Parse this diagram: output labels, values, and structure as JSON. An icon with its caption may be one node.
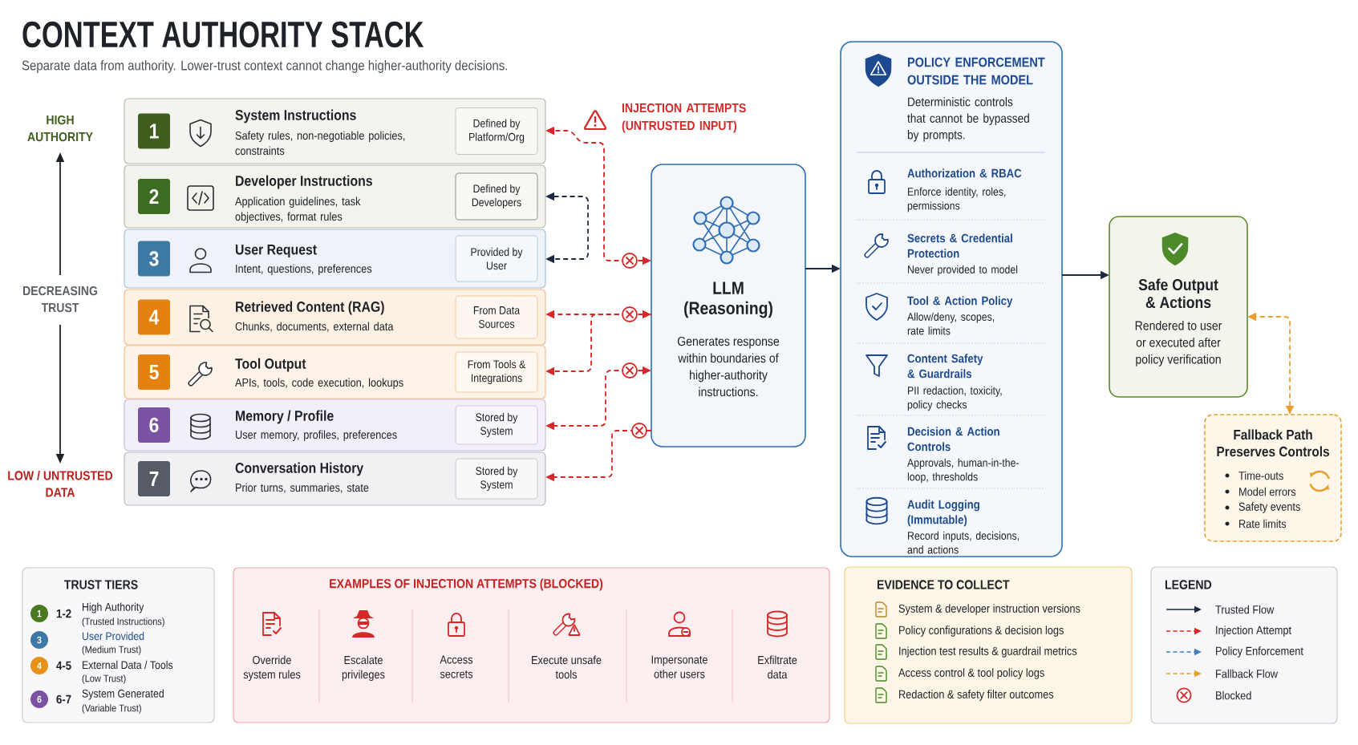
{
  "diagram": {
    "title": "CONTEXT AUTHORITY STACK",
    "nodes": [
      {
        "text": [
          "System Instructions",
          "Safety rules, non-negotiable policies, constraints"
        ]
      },
      {
        "text": [
          "1"
        ],
        "in": 0
      },
      {
        "text": [
          "Defined by Platform/Org"
        ],
        "in": 0
      },
      {
        "text": [
          "Developer Instructions",
          "Application guidelines, task objectives, format rules"
        ]
      },
      {
        "text": [
          "2"
        ],
        "in": 3
      },
      {
        "text": [
          "Defined by Developers"
        ],
        "in": 3
      },
      {
        "text": [
          "User Request",
          "Intent, questions, preferences"
        ]
      },
      {
        "text": [
          "3"
        ],
        "in": 6
      },
      {
        "text": [
          "Provided by User"
        ],
        "in": 6
      },
      {
        "text": [
          "Retrieved Content (RAG)",
          "Chunks, documents, external data"
        ]
      },
      {
        "text": [
          "4"
        ],
        "in": 9
      },
      {
        "text": [
          "From Data Sources"
        ],
        "in": 9
      },
      {
        "text": [
          "Tool Output",
          "APIs, tools, code execution, lookups"
        ]
      },
      {
        "text": [
          "5"
        ],
        "in": 12
      },
      {
        "text": [
          "From Tools & Integrations"
        ],
        "in": 12
      },
      {
        "text": [
          "Memory / Profile",
          "User memory, profiles, preferences"
        ]
      },
      {
        "text": [
          "6"
        ],
        "in": 15
      },
      {
        "text": [
          "Stored by System"
        ],
        "in": 15
      },
      {
        "text": [
          "Conversation History",
          "Prior turns, summaries, state"
        ]
      },
      {
        "text": [
          "7"
        ],
        "in": 18
      },
      {
        "text": [
          "Stored by System"
        ],
        "in": 18
      },
      {
        "text": [
          "LLM (Reasoning)",
          "Generates response within boundaries of higher-authority instructions."
        ]
      },
      {
        "text": [
          "POLICY ENFORCEMENT OUTSIDE THE MODEL",
          "Deterministic controls that cannot be bypassed by prompts.",
          "Authorization & RBAC",
          "Enforce identity, roles, permissions",
          "Secrets & Credential Protection",
          "Never provided to model",
          "Tool & Action Policy",
          "Allow/deny, scopes, rate limits",
          "Content Safety & Guardrails",
          "PII redaction, toxicity, policy checks",
          "Decision & Action Controls",
          "Approvals, human-in-the-loop, thresholds",
          "Audit Logging (Immutable)",
          "Record inputs, decisions, and actions"
        ]
      },
      {
        "text": [
          "Safe Output & Actions",
          "Rendered to user or executed after policy verification"
        ]
      },
      {
        "text": [
          "Fallback Path Preserves Controls",
          "Time-outs",
          "Model errors",
          "Safety events",
          "Rate limits"
        ]
      },
      {
        "text": [
          "TRUST TIERS",
          "1-2",
          "High Authority",
          "(Trusted Instructions)",
          "User Provided",
          "(Medium Trust)",
          "4-5",
          "External Data / Tools",
          "(Low Trust)",
          "6-7",
          "System Generated",
          "(Variable Trust)"
        ]
      },
      {
        "text": [
          "1"
        ],
        "in": 25
      },
      {
        "text": [
          "3"
        ],
        "in": 25
      },
      {
        "text": [
          "4"
        ],
        "in": 25
      },
      {
        "text": [
          "6"
        ],
        "in": 25
      },
      {
        "text": [
          "EXAMPLES OF INJECTION ATTEMPTS (BLOCKED)",
          "Override system rules",
          "Escalate privileges",
          "Access secrets",
          "Execute unsafe tools",
          "Impersonate other users",
          "Exfiltrate data"
        ]
      },
      {
        "text": [
          "EVIDENCE TO COLLECT",
          "System & developer instruction versions",
          "Policy configurations & decision logs",
          "Injection test results & guardrail metrics",
          "Access control & tool policy logs",
          "Redaction & safety filter outcomes"
        ]
      },
      {
        "text": [
          "LEGEND"
        ]
      }
    ],
    "edges": [
      {
        "from": 21,
        "to": 0,
        "arrow": "both",
        "style": "dashed",
        "color": "#d62828"
      },
      {
        "from": 3,
        "to": 6,
        "arrow": "both",
        "style": "dashed",
        "color": "#1b2a41"
      },
      {
        "from": 21,
        "to": 9,
        "arrow": "both",
        "style": "dashed",
        "color": "#d62828"
      },
      {
        "from": 21,
        "to": 12,
        "arrow": "to",
        "style": "dashed",
        "color": "#d62828"
      },
      {
        "from": 21,
        "to": 15,
        "arrow": "both",
        "style": "dashed",
        "color": "#d62828"
      },
      {
        "from": 21,
        "to": 18,
        "arrow": "to",
        "style": "dashed",
        "color": "#d62828"
      },
      {
        "from": 21,
        "to": 22,
        "arrow": "to",
        "color": "#1b2a41"
      },
      {
        "from": 22,
        "to": 23,
        "arrow": "to",
        "color": "#1b2a41"
      },
      {
        "from": 24,
        "to": 23,
        "arrow": "both",
        "style": "dashed",
        "color": "#e8a030"
      }
    ],
    "labels": [
      "Separate data from authority. Lower-trust context cannot change higher-authority decisions.",
      "HIGH AUTHORITY",
      "INJECTION ATTEMPTS (UNTRUSTED INPUT)",
      "DECREASING TRUST",
      "LOW / UNTRUSTED DATA"
    ],
    "legend": [
      {
        "text": "Trusted Flow"
      },
      {
        "text": "Injection Attempt"
      },
      {
        "text": "Policy Enforcement"
      },
      {
        "text": "Fallback Flow"
      },
      {
        "text": "Blocked"
      }
    ]
  }
}
